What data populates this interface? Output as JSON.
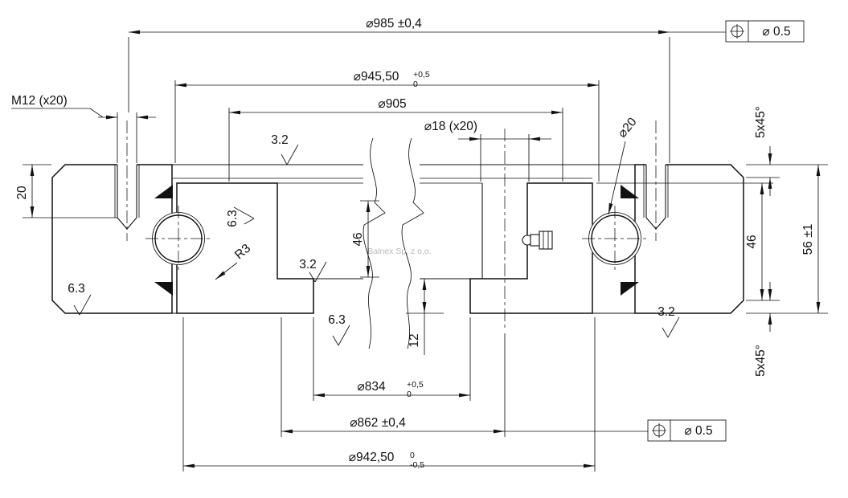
{
  "drawing": {
    "watermark": "Balnex Sp. z o.o.",
    "dims": {
      "od": "⌀985 ±0,4",
      "spigot_top": "⌀945,50",
      "spigot_top_tol_up": "+0,5",
      "spigot_top_tol_dn": "0",
      "raceway_dia": "⌀905",
      "bolt_holes": "⌀18 (x20)",
      "thread_holes": "M12 (x20)",
      "ball_dia": "⌀20",
      "bore": "⌀834",
      "bore_tol_up": "+0,5",
      "bore_tol_dn": "0",
      "bolt_circle": "⌀862 ±0,4",
      "spigot_bottom": "⌀942,50",
      "spigot_bottom_tol_up": "0",
      "spigot_bottom_tol_dn": "-0,5",
      "thread_depth": "20",
      "race_height": "46",
      "ring_height": "46",
      "total_height": "56 ±1",
      "spigot_height": "12",
      "chamfer_top": "5x45°",
      "chamfer_bottom": "5x45°",
      "fillet": "R3"
    },
    "roughness": {
      "top_face": "3.2",
      "raceway": "3.2",
      "bottom_corner": "3.2",
      "bottom_face": "6.3",
      "bore_face": "6.3",
      "recess_face": "6.3"
    },
    "tolerance_frames": {
      "top": "⌀ 0.5",
      "bottom": "⌀ 0.5"
    }
  }
}
